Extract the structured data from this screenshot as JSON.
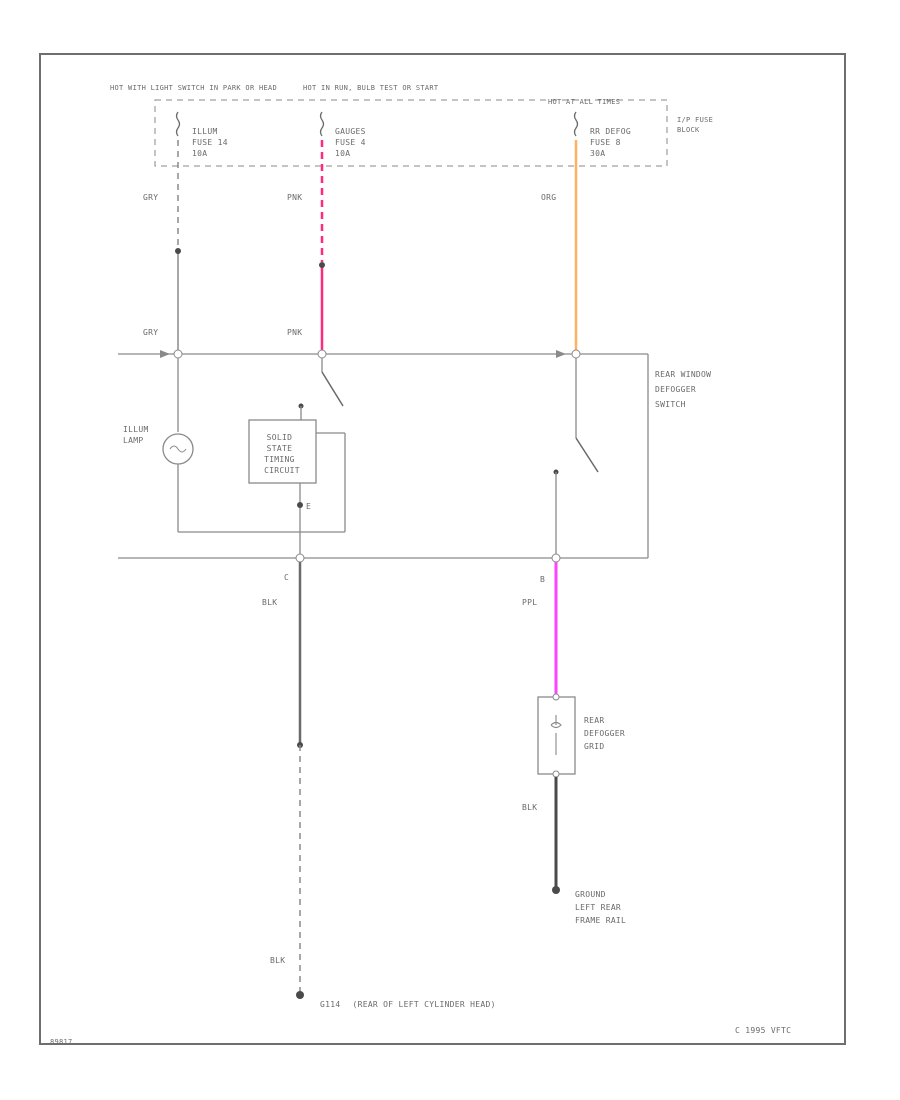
{
  "sources": {
    "illum_hot": "HOT WITH LIGHT SWITCH IN PARK OR HEAD",
    "gauges_hot": "HOT IN RUN, BULB TEST OR START",
    "defog_hot": "HOT AT ALL TIMES",
    "fuse_block": [
      "I/P FUSE",
      "BLOCK"
    ]
  },
  "fuses": {
    "illum": [
      "ILLUM",
      "FUSE 14",
      "10A"
    ],
    "gauges": [
      "GAUGES",
      "FUSE 4",
      "10A"
    ],
    "defog": [
      "RR DEFOG",
      "FUSE 8",
      "30A"
    ]
  },
  "wires": {
    "gry_top": "GRY",
    "pnk_top": "PNK",
    "org_top": "ORG",
    "gry_mid": "GRY",
    "pnk_mid": "PNK",
    "blk_left": "BLK",
    "ppl": "PPL",
    "blk_grid": "BLK",
    "blk_bottom": "BLK"
  },
  "connector_pins": {
    "c": "C",
    "b": "B",
    "e": "E"
  },
  "switch_label": [
    "REAR WINDOW",
    "DEFOGGER",
    "SWITCH"
  ],
  "illum_lamp": [
    "ILLUM",
    "LAMP"
  ],
  "timing_circuit": [
    "SOLID",
    "STATE",
    "TIMING",
    "CIRCUIT"
  ],
  "grid": [
    "REAR",
    "DEFOGGER",
    "GRID"
  ],
  "ground_right": [
    "GROUND",
    "LEFT REAR",
    "FRAME RAIL"
  ],
  "ground_bottom": {
    "id": "G114",
    "location": "(REAR OF LEFT CYLINDER HEAD)"
  },
  "copyright": "C 1995 VFTC",
  "figure_id": "89817",
  "colors": {
    "pnk": "#ff2a7f",
    "org": "#ffb060",
    "ppl": "#ff44ff",
    "line": "#8a8a8a"
  }
}
